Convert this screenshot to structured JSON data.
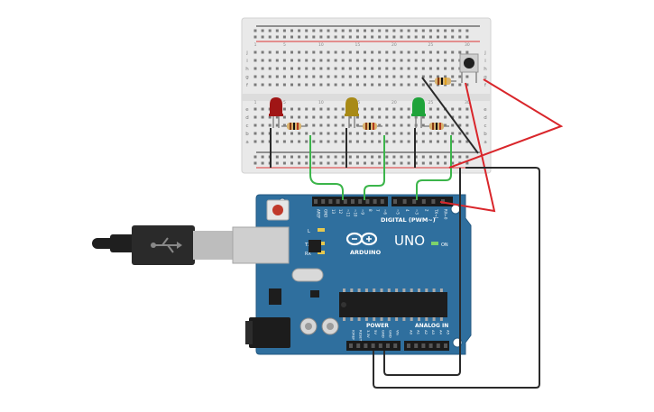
{
  "arduino": {
    "brand": "ARDUINO",
    "model": "UNO",
    "digital_label": "DIGITAL (PWM~)",
    "power_label": "POWER",
    "analog_label": "ANALOG IN",
    "on_label": "ON",
    "led_l": "L",
    "led_tx": "TX",
    "led_rx": "RX",
    "digital_pins": [
      "AREF",
      "GND",
      "13",
      "12",
      "~11",
      "~10",
      "~9",
      "8",
      "7",
      "~6",
      "~5",
      "4",
      "~3",
      "2",
      "TX→1",
      "RX←0"
    ],
    "power_pins": [
      "IOREF",
      "RESET",
      "3.3V",
      "5V",
      "GND",
      "GND",
      "Vin"
    ],
    "analog_pins": [
      "A0",
      "A1",
      "A2",
      "A3",
      "A4",
      "A5"
    ],
    "board_color": "#2f6f9e"
  },
  "breadboard": {
    "row_letters_top": [
      "j",
      "i",
      "h",
      "g",
      "f"
    ],
    "row_letters_bottom": [
      "e",
      "d",
      "c",
      "b",
      "a"
    ],
    "column_numbers": [
      "1",
      "5",
      "10",
      "15",
      "20",
      "25",
      "30"
    ]
  },
  "leds": [
    {
      "color_name": "red",
      "color": "#a01515"
    },
    {
      "color_name": "yellow",
      "color": "#a88a16"
    },
    {
      "color_name": "green",
      "color": "#1fa33a"
    }
  ],
  "wire_colors": {
    "green": "#3bb54a",
    "red": "#d9262b",
    "black": "#2a2a2a"
  }
}
